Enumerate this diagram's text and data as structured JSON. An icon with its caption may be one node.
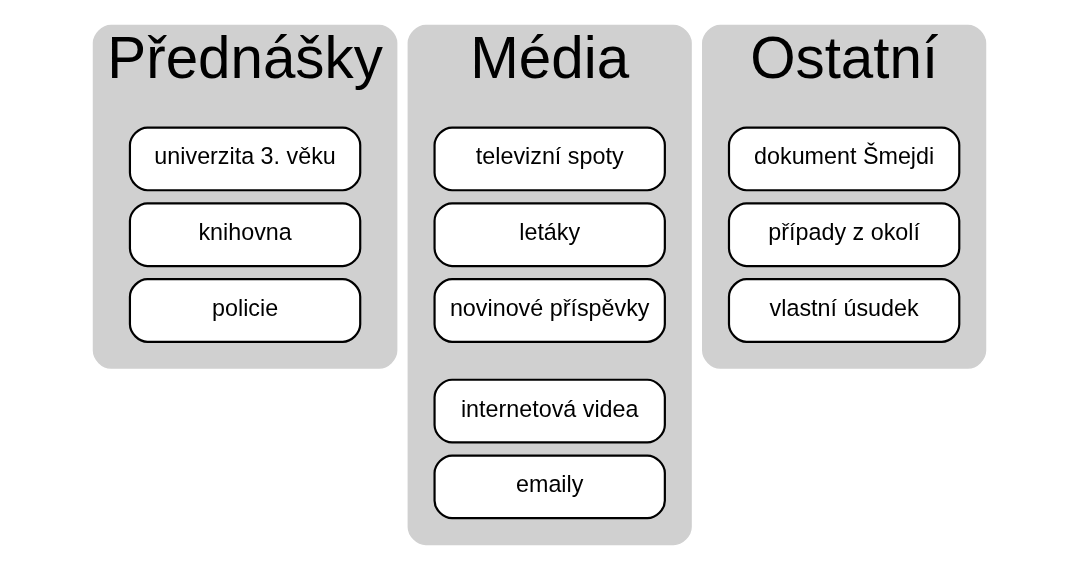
{
  "diagram": {
    "nodes": [
      {
        "text": [
          "Přednášky"
        ]
      },
      {
        "text": [
          "univerzita 3. věku"
        ],
        "in": 0
      },
      {
        "text": [
          "knihovna"
        ],
        "in": 0
      },
      {
        "text": [
          "policie"
        ],
        "in": 0
      },
      {
        "text": [
          "Média"
        ]
      },
      {
        "text": [
          "televizní spoty"
        ],
        "in": 4
      },
      {
        "text": [
          "letáky"
        ],
        "in": 4
      },
      {
        "text": [
          "novinové příspěvky"
        ],
        "in": 4
      },
      {
        "text": [
          "internetová videa"
        ],
        "in": 4
      },
      {
        "text": [
          "emaily"
        ],
        "in": 4
      },
      {
        "text": [
          "Ostatní"
        ]
      },
      {
        "text": [
          "dokument Šmejdi"
        ],
        "in": 10
      },
      {
        "text": [
          "případy z okolí"
        ],
        "in": 10
      },
      {
        "text": [
          "vlastní úsudek"
        ],
        "in": 10
      }
    ]
  }
}
